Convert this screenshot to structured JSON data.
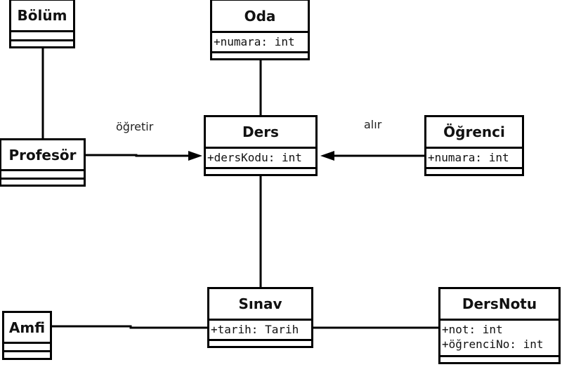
{
  "diagram": {
    "type": "UML class diagram",
    "classes": [
      {
        "id": "bolum",
        "name": "Bölüm",
        "attributes": []
      },
      {
        "id": "oda",
        "name": "Oda",
        "attributes": [
          "+numara: int"
        ]
      },
      {
        "id": "ders",
        "name": "Ders",
        "attributes": [
          "+dersKodu: int"
        ]
      },
      {
        "id": "profesor",
        "name": "Profesör",
        "attributes": []
      },
      {
        "id": "ogrenci",
        "name": "Öğrenci",
        "attributes": [
          "+numara: int"
        ]
      },
      {
        "id": "sinav",
        "name": "Sınav",
        "attributes": [
          "+tarih: Tarih"
        ]
      },
      {
        "id": "dersnotu",
        "name": "DersNotu",
        "attributes": [
          "+not: int",
          "+öğrenciNo: int"
        ]
      },
      {
        "id": "amfi",
        "name": "Amfi",
        "attributes": []
      }
    ],
    "associations": [
      {
        "from": "Bölüm",
        "to": "Profesör",
        "label": "",
        "directed": false
      },
      {
        "from": "Oda",
        "to": "Ders",
        "label": "",
        "directed": false
      },
      {
        "from": "Profesör",
        "to": "Ders",
        "label": "öğretir",
        "directed": true
      },
      {
        "from": "Öğrenci",
        "to": "Ders",
        "label": "alır",
        "directed": true
      },
      {
        "from": "Ders",
        "to": "Sınav",
        "label": "",
        "directed": false
      },
      {
        "from": "Amfi",
        "to": "Sınav",
        "label": "",
        "directed": false
      },
      {
        "from": "Sınav",
        "to": "DersNotu",
        "label": "",
        "directed": false
      }
    ],
    "labels": {
      "ogretir": "öğretir",
      "alir": "alır"
    }
  }
}
